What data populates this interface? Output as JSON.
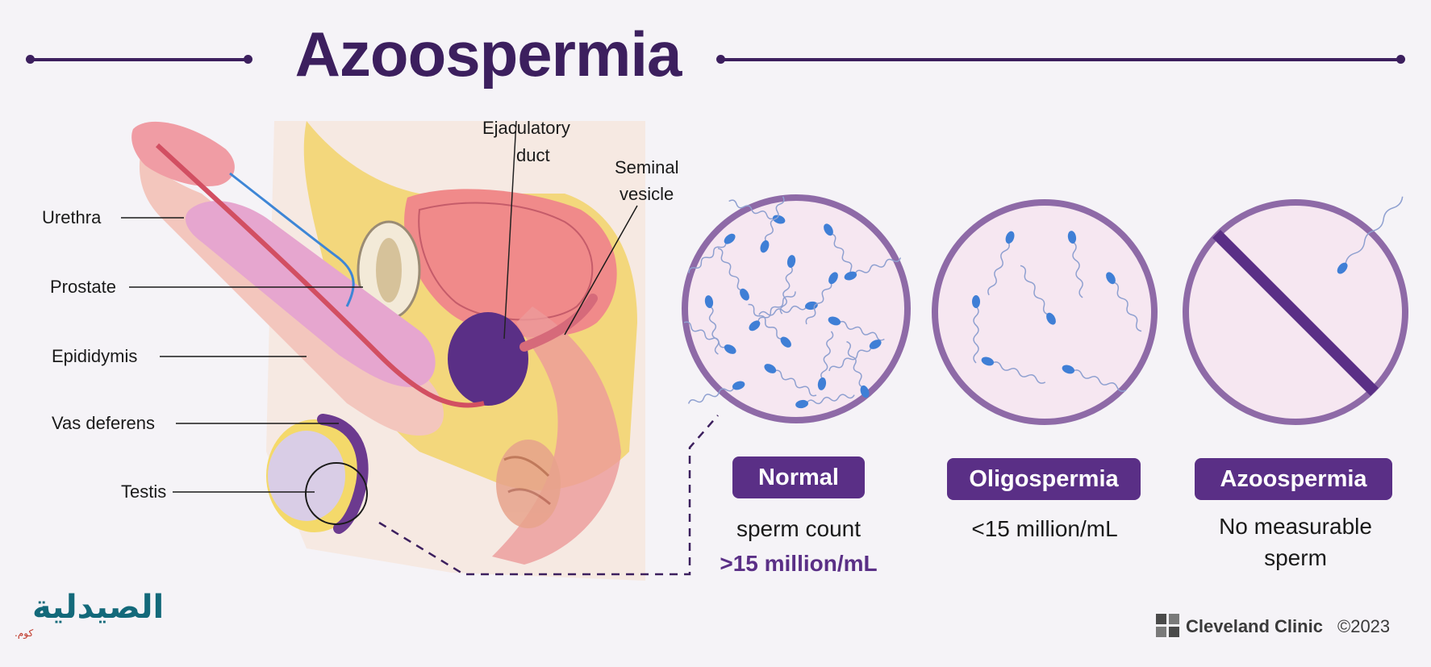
{
  "title": "Azoospermia",
  "anatomy_labels": {
    "urethra": "Urethra",
    "prostate": "Prostate",
    "epididymis": "Epididymis",
    "vas_deferens": "Vas deferens",
    "testis": "Testis",
    "ejaculatory_duct_line1": "Ejaculatory",
    "ejaculatory_duct_line2": "duct",
    "seminal_vesicle_line1": "Seminal",
    "seminal_vesicle_line2": "vesicle"
  },
  "panels": [
    {
      "label": "Normal",
      "desc_line1": "sperm count",
      "desc_line2": ">15 million/mL"
    },
    {
      "label": "Oligospermia",
      "desc_line1": "<15 million/mL"
    },
    {
      "label": "Azoospermia",
      "desc_line1": "No measurable",
      "desc_line2": "sperm"
    }
  ],
  "footer": {
    "brand": "Cleveland Clinic",
    "copyright": "©2023",
    "watermark": "الصيدلية",
    "watermark_sub": ".كوم"
  },
  "colors": {
    "title": "#3c1f5e",
    "badge": "#5a2f86",
    "circle_border": "#8e6aa7",
    "circle_fill": "#f6e7f1",
    "sperm_head": "#3f7fd6"
  }
}
